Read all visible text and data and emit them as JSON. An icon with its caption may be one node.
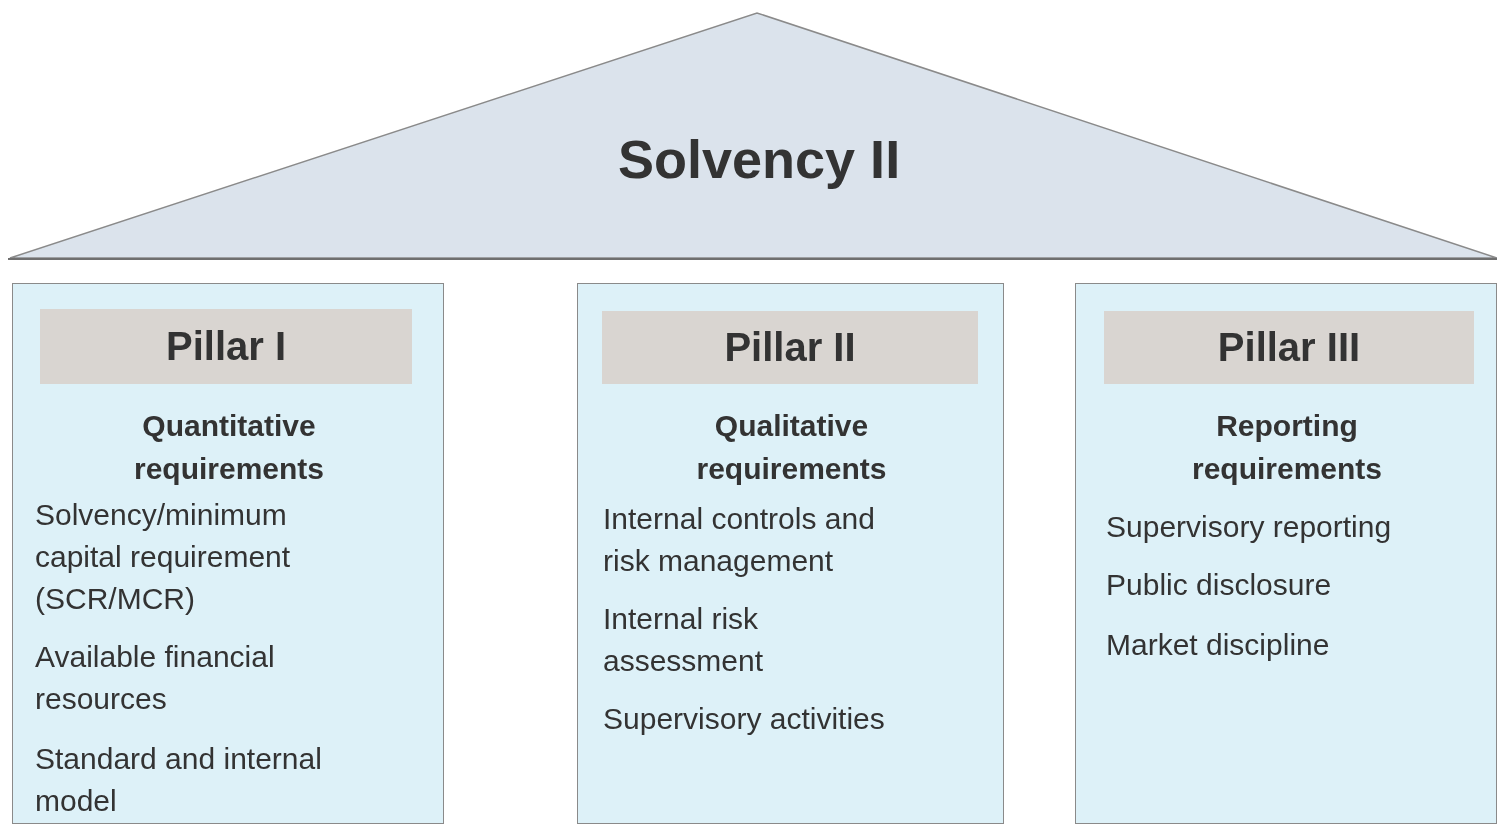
{
  "diagram": {
    "nodes": [
      {
        "text": [
          "Solvency II"
        ]
      },
      {
        "text": [
          "Quantitative requirements",
          "Solvency/minimum capital requirement (SCR/MCR)",
          "Available financial resources",
          "Standard and internal model"
        ]
      },
      {
        "text": [
          "Pillar I"
        ],
        "in": 1
      },
      {
        "text": [
          "Qualitative requirements",
          "Internal controls and risk management",
          "Internal risk assessment",
          "Supervisory activities"
        ]
      },
      {
        "text": [
          "Pillar II"
        ],
        "in": 3
      },
      {
        "text": [
          "Reporting requirements",
          "Supervisory reporting",
          "Public disclosure",
          "Market discipline"
        ]
      },
      {
        "text": [
          "Pillar III"
        ],
        "in": 5
      }
    ]
  }
}
